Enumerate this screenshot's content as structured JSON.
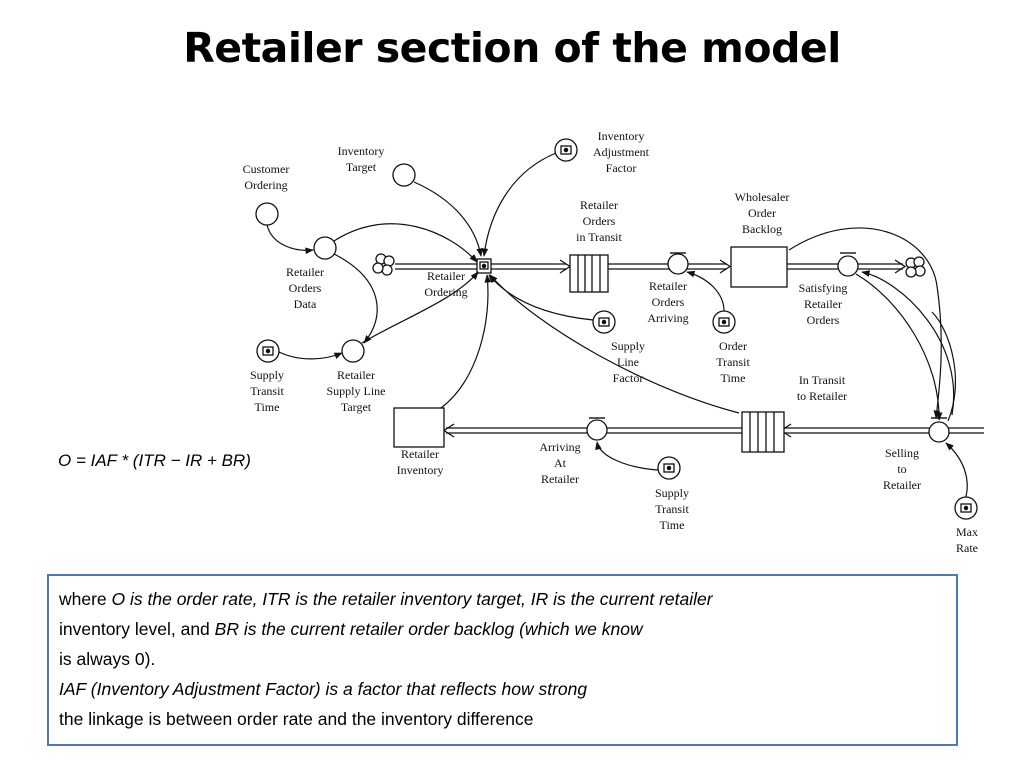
{
  "title": "Retailer section of the model",
  "formula": "O = IAF * (ITR − IR + BR)",
  "explanation": {
    "line1_a": "where ",
    "line1_b": "O is the order rate, ITR is the retailer inventory target, IR is the current retailer",
    "line2_a": "inventory level, and ",
    "line2_b": "BR is the current retailer order backlog (which we know",
    "line3": "is always 0).",
    "line4": "IAF (Inventory Adjustment Factor) is a factor that reflects how strong",
    "line5": "the linkage is between order rate and the inventory difference"
  },
  "diagram": {
    "labels": {
      "customer_ordering": [
        "Customer",
        "Ordering"
      ],
      "inventory_target": [
        "Inventory",
        "Target"
      ],
      "inventory_adjustment_factor": [
        "Inventory",
        "Adjustment",
        "Factor"
      ],
      "retailer_orders_in_transit": [
        "Retailer",
        "Orders",
        "in Transit"
      ],
      "wholesaler_order_backlog": [
        "Wholesaler",
        "Order",
        "Backlog"
      ],
      "retailer_orders_data": [
        "Retailer",
        "Orders",
        "Data"
      ],
      "retailer_ordering": [
        "Retailer",
        "Ordering"
      ],
      "retailer_orders_arriving": [
        "Retailer",
        "Orders",
        "Arriving"
      ],
      "satisfying_retailer_orders": [
        "Satisfying",
        "Retailer",
        "Orders"
      ],
      "supply_line_factor": [
        "Supply",
        "Line",
        "Factor"
      ],
      "order_transit_time": [
        "Order",
        "Transit",
        "Time"
      ],
      "supply_transit_time_left": [
        "Supply",
        "Transit",
        "Time"
      ],
      "retailer_supply_line_target": [
        "Retailer",
        "Supply Line",
        "Target"
      ],
      "in_transit_to_retailer": [
        "In Transit",
        "to Retailer"
      ],
      "retailer_inventory": [
        "Retailer",
        "Inventory"
      ],
      "arriving_at_retailer": [
        "Arriving",
        "At",
        "Retailer"
      ],
      "selling_to_retailer": [
        "Selling",
        "to",
        "Retailer"
      ],
      "supply_transit_time_bottom": [
        "Supply",
        "Transit",
        "Time"
      ],
      "max_rate": [
        "Max",
        "Rate"
      ]
    }
  }
}
